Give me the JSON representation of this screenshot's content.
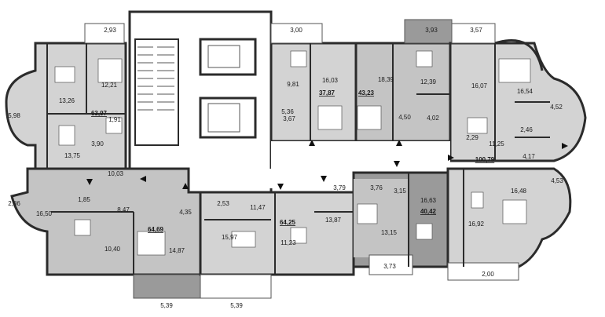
{
  "colors": {
    "background": "#ffffff",
    "apt_light": "#d3d3d3",
    "apt_mid": "#c4c4c4",
    "apt_dark": "#9a9a9a",
    "balcony": "#b8b8b8",
    "core": "#ffffff",
    "wall": "#2b2b2b"
  },
  "apartments": {
    "a_top_left": {
      "total": "63,97",
      "rooms": [
        "2,93",
        "12,21",
        "13,26",
        "5,98",
        "1,91",
        "3,90",
        "13,75"
      ]
    },
    "a_top_mid": {
      "total": "37,87",
      "rooms": [
        "3,00",
        "9,81",
        "16,03",
        "5,36",
        "3,67"
      ]
    },
    "a_top_center": {
      "total": "43,23",
      "rooms": [
        "3,93",
        "18,39",
        "12,39",
        "4,50",
        "4,02"
      ]
    },
    "a_top_right": {
      "total": "100,79",
      "rooms": [
        "3,57",
        "16,07",
        "16,54",
        "4,52",
        "2,46",
        "2,29",
        "11,25",
        "4,17",
        "4,53"
      ]
    },
    "a_bottom_left": {
      "total": "64,69",
      "rooms": [
        "10,03",
        "2,86",
        "1,85",
        "8,47",
        "16,50",
        "10,40",
        "4,35",
        "14,87",
        "5,39"
      ]
    },
    "a_bottom_mid": {
      "total": "64,25",
      "rooms": [
        "2,53",
        "11,47",
        "15,97",
        "11,23",
        "5,39"
      ]
    },
    "a_bottom_right": {
      "total": "40,42",
      "rooms": [
        "3,79",
        "3,76",
        "3,15",
        "13,87",
        "16,63",
        "13,15",
        "3,73"
      ]
    },
    "a_bottom_far_right": {
      "rooms": [
        "16,48",
        "16,92",
        "2,00"
      ]
    }
  }
}
